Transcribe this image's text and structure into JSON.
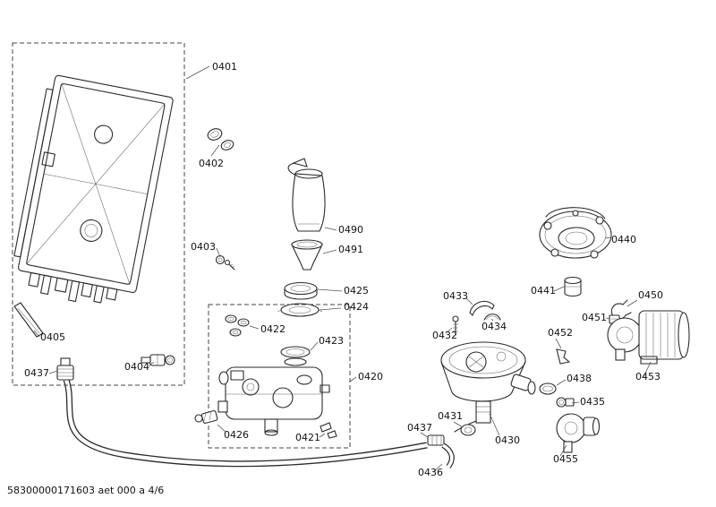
{
  "document": {
    "footer_code": "58300000171603 aet 000 a 4/6"
  },
  "diagram": {
    "kind": "appliance-exploded-parts-diagram",
    "background_color": "#ffffff",
    "line_color": "#2b2b2b",
    "label_color": "#111111",
    "callouts": [
      {
        "label": "0401"
      },
      {
        "label": "0402"
      },
      {
        "label": "0403"
      },
      {
        "label": "0404"
      },
      {
        "label": "0405"
      },
      {
        "label": "0437"
      },
      {
        "label": "0490"
      },
      {
        "label": "0491"
      },
      {
        "label": "0425"
      },
      {
        "label": "0424"
      },
      {
        "label": "0422"
      },
      {
        "label": "0423"
      },
      {
        "label": "0420"
      },
      {
        "label": "0426"
      },
      {
        "label": "0421"
      },
      {
        "label": "0433"
      },
      {
        "label": "0434"
      },
      {
        "label": "0432"
      },
      {
        "label": "0431"
      },
      {
        "label": "0430"
      },
      {
        "label": "0437"
      },
      {
        "label": "0436"
      },
      {
        "label": "0440"
      },
      {
        "label": "0441"
      },
      {
        "label": "0450"
      },
      {
        "label": "0451"
      },
      {
        "label": "0452"
      },
      {
        "label": "0438"
      },
      {
        "label": "0453"
      },
      {
        "label": "0435"
      },
      {
        "label": "0455"
      }
    ]
  }
}
